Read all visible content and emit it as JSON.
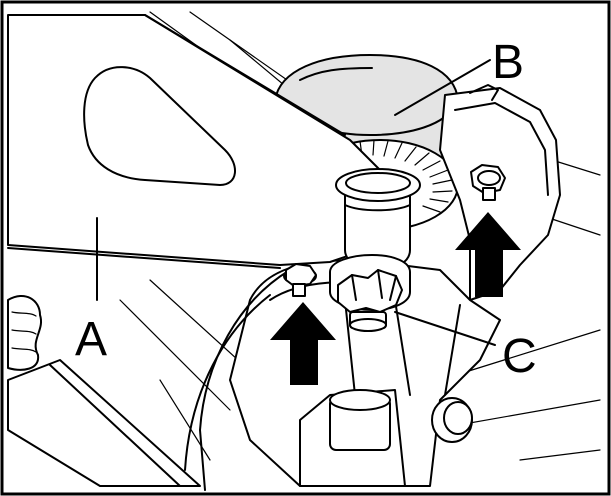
{
  "callouts": {
    "a": "A",
    "b": "B",
    "c": "C"
  },
  "icons": [
    "arrow-up-icon",
    "arrow-up-icon"
  ],
  "colors": {
    "line": "#000000",
    "background": "#ffffff",
    "shade": "#e4e4e4",
    "arrow": "#000000"
  }
}
